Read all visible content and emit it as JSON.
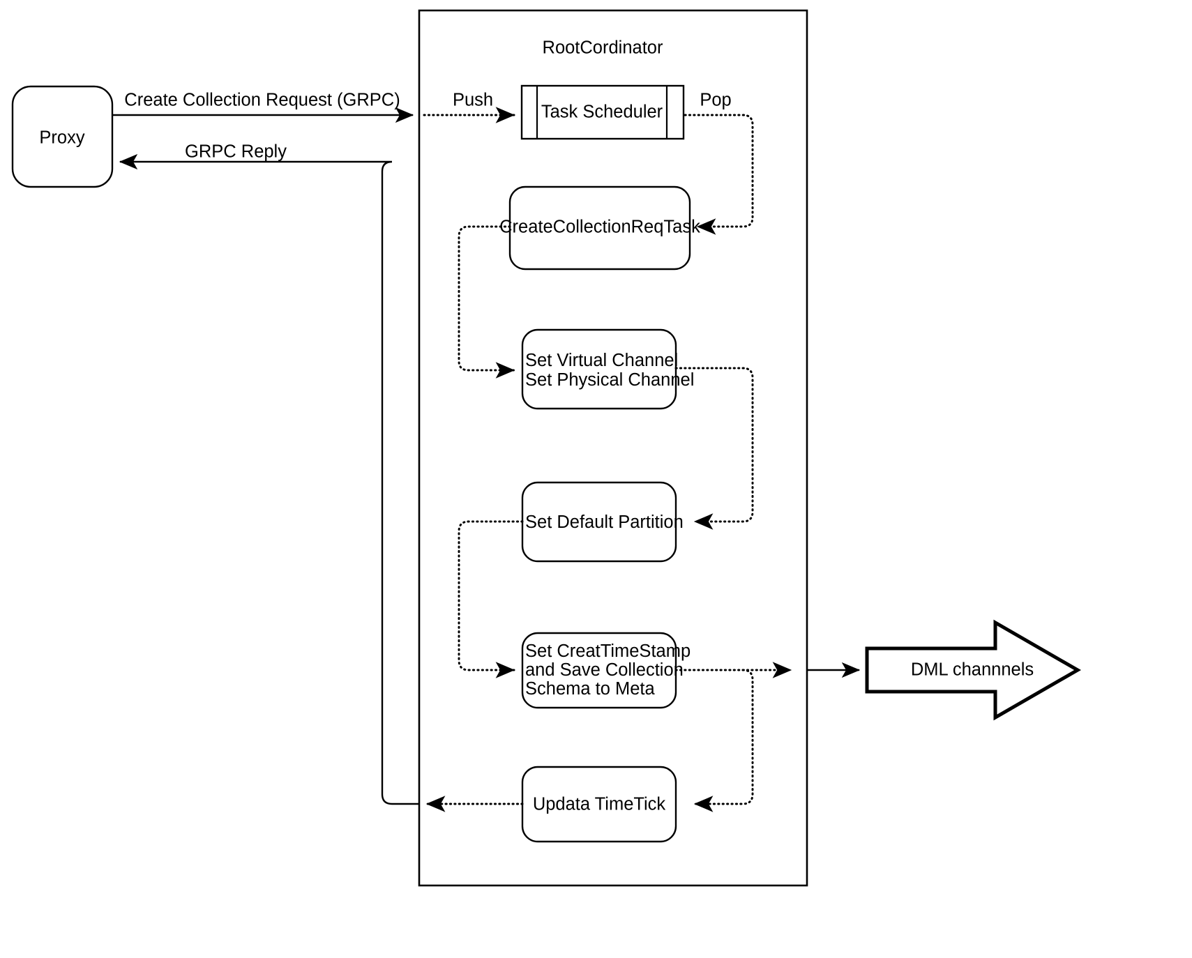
{
  "diagram": {
    "title_shown": false,
    "container": {
      "label": "RootCordinator",
      "shape": "rectangle"
    },
    "external_nodes": [
      {
        "id": "proxy",
        "label": "Proxy",
        "shape": "rounded-rectangle"
      },
      {
        "id": "dml",
        "label": "DML channnels",
        "shape": "block-arrow-right"
      }
    ],
    "internal_nodes": [
      {
        "id": "task-scheduler",
        "label": "Task Scheduler",
        "shape": "queue"
      },
      {
        "id": "create-collection-req-task",
        "label": "CreateCollectionReqTask",
        "shape": "rounded-rectangle"
      },
      {
        "id": "set-channels",
        "label_line1": "Set Virtual Channel",
        "label_line2": "Set Physical Channel",
        "shape": "rounded-rectangle"
      },
      {
        "id": "set-default-partition",
        "label": "Set Default Partition",
        "shape": "rounded-rectangle"
      },
      {
        "id": "set-creat-timestamp",
        "label_line1": "Set CreatTimeStamp",
        "label_line2": "and Save Collection",
        "label_line3": "Schema to Meta",
        "shape": "rounded-rectangle"
      },
      {
        "id": "updata-timetick",
        "label": "Updata TimeTick",
        "shape": "rounded-rectangle"
      }
    ],
    "edge_labels": {
      "request": "Create Collection Request (GRPC)",
      "reply": "GRPC Reply",
      "push": "Push",
      "pop": "Pop"
    },
    "colors": {
      "stroke": "#000000",
      "fill": "#ffffff",
      "background": "#ffffff"
    }
  }
}
